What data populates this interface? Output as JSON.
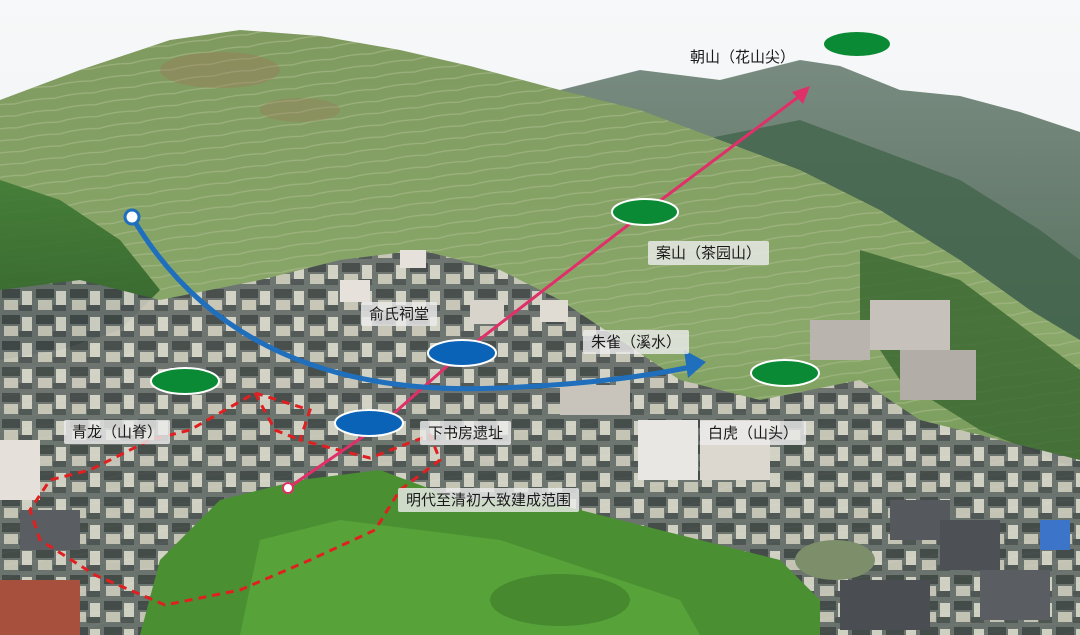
{
  "image": {
    "description_colors": {
      "sky": "#f4f5f6",
      "mountain_far": "#5f7566",
      "mountain_mid": "#6f8f5c",
      "terrace": "#8aa56a",
      "forest_dark": "#2f5a2e",
      "forest_bright": "#58a23a",
      "roof": "#4a4d52",
      "wall": "#e8e6e2"
    }
  },
  "markers": {
    "green_color": "#0a8a35",
    "blue_color": "#0b63b8",
    "blue_curve_color": "#1f6fbd",
    "pink_arrow_color": "#e0306a",
    "boundary_color": "#e02020"
  },
  "labels": {
    "chaoshan": "朝山（花山尖）",
    "anshan": "案山（茶园山）",
    "yushi_citang": "俞氏祠堂",
    "zhuque": "朱雀（溪水）",
    "qinglong": "青龙（山脊）",
    "xiashufang": "下书房遗址",
    "baihu": "白虎（山头）",
    "boundary": "明代至清初大致建成范围"
  }
}
